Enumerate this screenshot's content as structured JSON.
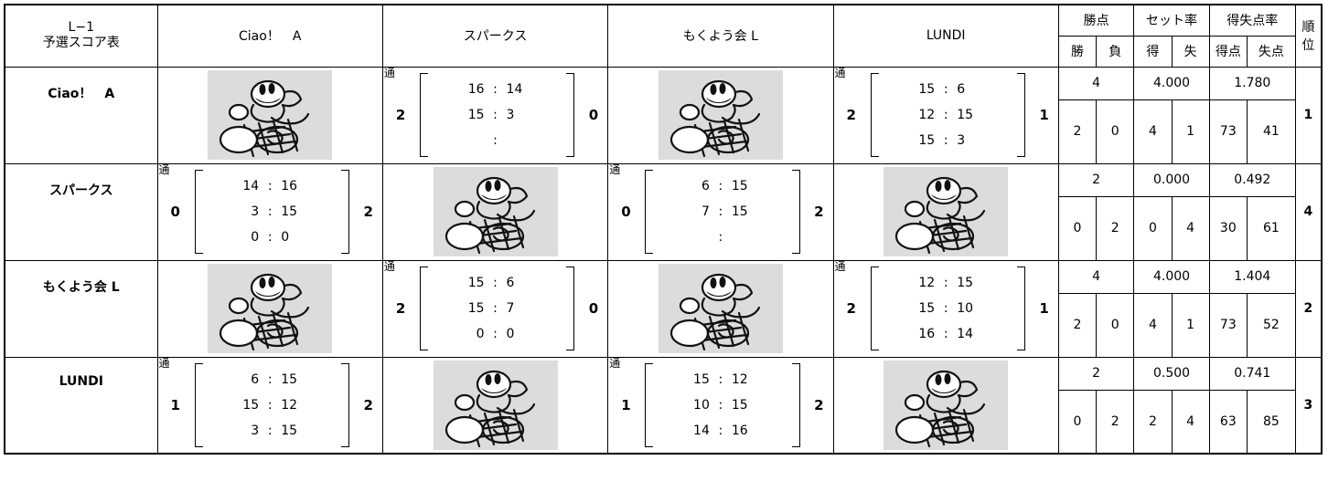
{
  "header": {
    "title_line1": "L−1",
    "title_line2": "予選スコア表",
    "teams": [
      "Ciao！　A",
      "スパークス",
      "もくよう会 L",
      "LUNDI"
    ],
    "wins_points": "勝点",
    "win": "勝",
    "loss": "負",
    "set_ratio": "セット率",
    "gain": "得",
    "lose": "失",
    "point_ratio": "得失点率",
    "points_for": "得点",
    "points_against": "失点",
    "rank_line1": "順",
    "rank_line2": "位"
  },
  "match_marker": "通",
  "rows": [
    {
      "team": "Ciao！　A",
      "matches": [
        null,
        {
          "left": "2",
          "right": "0",
          "sets": [
            [
              "16",
              "14"
            ],
            [
              "15",
              "3"
            ],
            [
              "",
              ""
            ]
          ]
        },
        null,
        {
          "left": "2",
          "right": "1",
          "sets": [
            [
              "15",
              "6"
            ],
            [
              "12",
              "15"
            ],
            [
              "15",
              "3"
            ]
          ]
        }
      ],
      "win_points": "4",
      "set_rate": "4.000",
      "point_rate": "1.780",
      "wins": "2",
      "losses": "0",
      "sets_won": "4",
      "sets_lost": "1",
      "points_for": "73",
      "points_against": "41",
      "rank": "1"
    },
    {
      "team": "スパークス",
      "matches": [
        {
          "left": "0",
          "right": "2",
          "sets": [
            [
              "14",
              "16"
            ],
            [
              "3",
              "15"
            ],
            [
              "0",
              "0"
            ]
          ]
        },
        null,
        {
          "left": "0",
          "right": "2",
          "sets": [
            [
              "6",
              "15"
            ],
            [
              "7",
              "15"
            ],
            [
              "",
              ""
            ]
          ]
        },
        null
      ],
      "win_points": "2",
      "set_rate": "0.000",
      "point_rate": "0.492",
      "wins": "0",
      "losses": "2",
      "sets_won": "0",
      "sets_lost": "4",
      "points_for": "30",
      "points_against": "61",
      "rank": "4"
    },
    {
      "team": "もくよう会 L",
      "matches": [
        null,
        {
          "left": "2",
          "right": "0",
          "sets": [
            [
              "15",
              "6"
            ],
            [
              "15",
              "7"
            ],
            [
              "0",
              "0"
            ]
          ]
        },
        null,
        {
          "left": "2",
          "right": "1",
          "sets": [
            [
              "12",
              "15"
            ],
            [
              "15",
              "10"
            ],
            [
              "16",
              "14"
            ]
          ]
        }
      ],
      "win_points": "4",
      "set_rate": "4.000",
      "point_rate": "1.404",
      "wins": "2",
      "losses": "0",
      "sets_won": "4",
      "sets_lost": "1",
      "points_for": "73",
      "points_against": "52",
      "rank": "2"
    },
    {
      "team": "LUNDI",
      "matches": [
        {
          "left": "1",
          "right": "2",
          "sets": [
            [
              "6",
              "15"
            ],
            [
              "15",
              "12"
            ],
            [
              "3",
              "15"
            ]
          ]
        },
        null,
        {
          "left": "1",
          "right": "2",
          "sets": [
            [
              "15",
              "12"
            ],
            [
              "10",
              "15"
            ],
            [
              "14",
              "16"
            ]
          ]
        },
        null
      ],
      "win_points": "2",
      "set_rate": "0.500",
      "point_rate": "0.741",
      "wins": "0",
      "losses": "2",
      "sets_won": "2",
      "sets_lost": "4",
      "points_for": "63",
      "points_against": "85",
      "rank": "3"
    }
  ]
}
